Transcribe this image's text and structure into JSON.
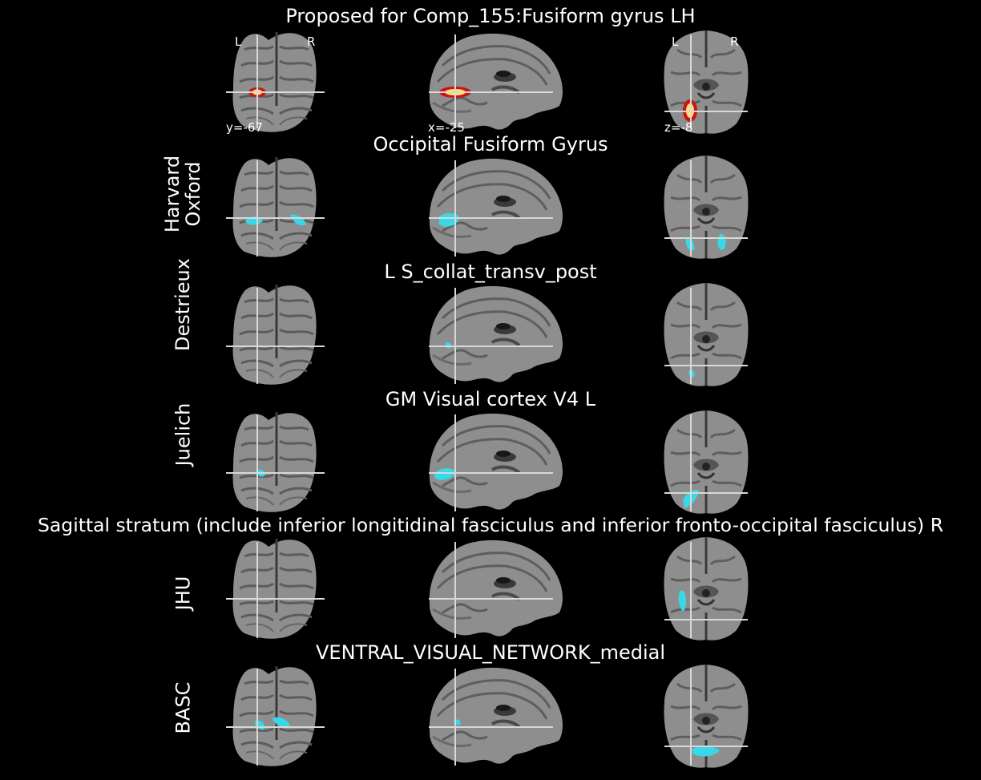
{
  "colors": {
    "background": "#000000",
    "crosshair": "#d8d8d8",
    "overlay": "#38d8e8",
    "activation_hot": "#ffe26a",
    "activation_red": "#c81414"
  },
  "figure": {
    "proposed_title": "Proposed for Comp_155:Fusiform gyrus LH",
    "orientation": {
      "left": "L",
      "right": "R"
    },
    "cut_coords": {
      "coronal": "y=-67",
      "sagittal": "x=-25",
      "axial": "z=-8"
    }
  },
  "atlases": [
    {
      "row_label": "Harvard\nOxford",
      "region_title": "Occipital Fusiform Gyrus"
    },
    {
      "row_label": "Destrieux",
      "region_title": "L S_collat_transv_post"
    },
    {
      "row_label": "Juelich",
      "region_title": "GM Visual cortex V4 L"
    },
    {
      "row_label": "JHU",
      "region_title": "Sagittal stratum (include inferior longitidinal fasciculus and inferior fronto-occipital fasciculus) R"
    },
    {
      "row_label": "BASC",
      "region_title": "VENTRAL_VISUAL_NETWORK_medial"
    }
  ]
}
